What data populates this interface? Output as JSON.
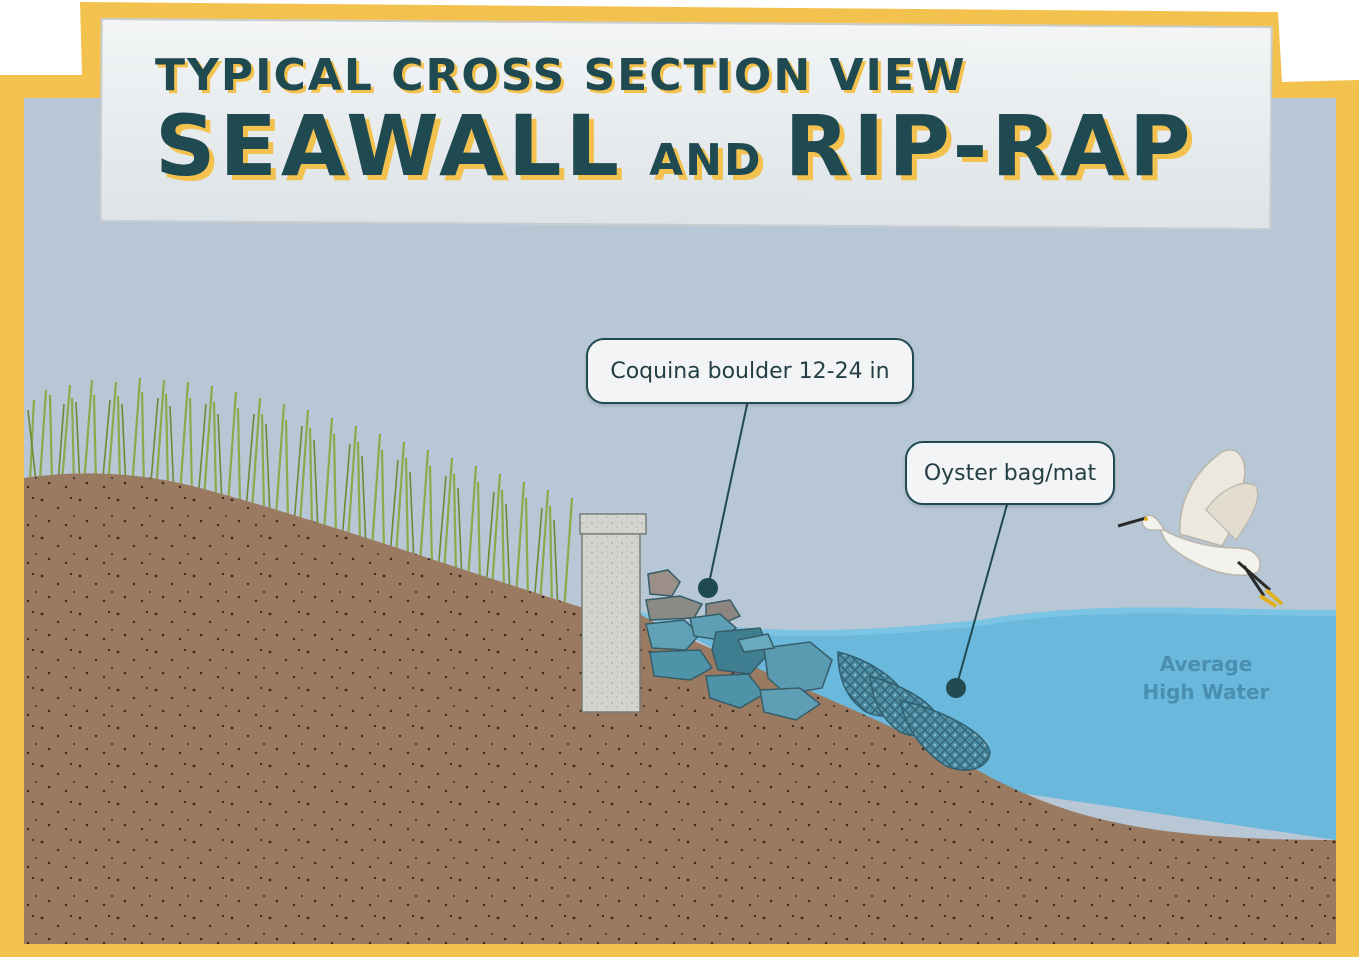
{
  "title": {
    "line1": "TYPICAL CROSS SECTION VIEW",
    "line2_part1": "SEAWALL",
    "line2_and": "AND",
    "line2_part2": "RIP-RAP"
  },
  "labels": {
    "boulder": "Coquina boulder 12-24 in",
    "oyster": "Oyster bag/mat",
    "water_line1": "Average",
    "water_line2": "High Water"
  },
  "colors": {
    "frame": "#f2c14e",
    "sky": "#b7c7d5",
    "soil": "#9b7a62",
    "water": "#6ab8dc",
    "grass": "#8ea84a",
    "seawall": "#cfd0cc",
    "title_text": "#1f4a52"
  }
}
